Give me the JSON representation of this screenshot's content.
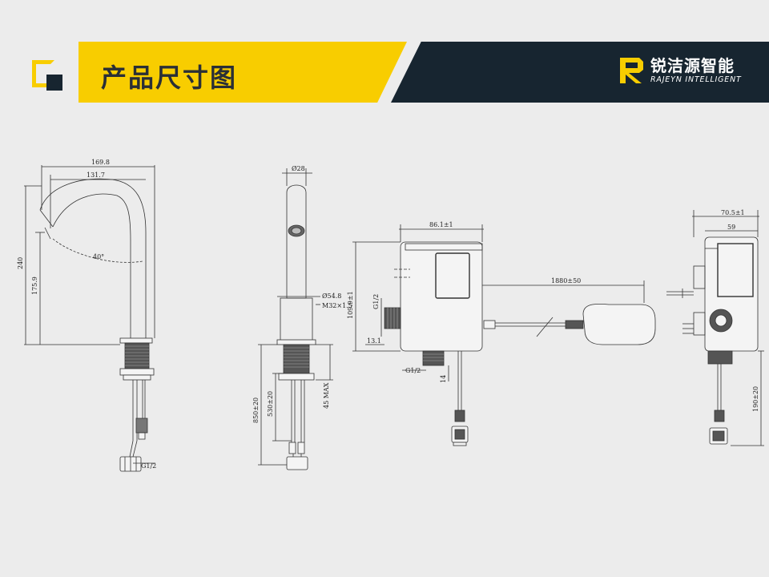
{
  "header": {
    "title": "产品尺寸图",
    "brand_cn": "锐洁源智能",
    "brand_en": "RAJEYN INTELLIGENT"
  },
  "colors": {
    "accent": "#f8cd00",
    "dark": "#172530",
    "background": "#ececec"
  },
  "dimensions": {
    "side_view": {
      "total_reach": "169.8",
      "spout_reach": "131.7",
      "total_height": "240",
      "spout_height": "175.9",
      "angle": "40°",
      "inlet_thread": "G1/2"
    },
    "front_view": {
      "spout_diameter": "Ø28",
      "base_diameter": "Ø54.8",
      "mount_thread": "M32×1.5",
      "hose_length": "850±20",
      "thread_length": "530±20",
      "max_deck": "45 MAX"
    },
    "control_box_front": {
      "width": "86.1±1",
      "height": "109.9±1",
      "side_thread": "G1/2",
      "side_offset": "13.1",
      "bottom_thread": "G1/2",
      "bottom_offset": "14",
      "cable_length": "1880±50"
    },
    "control_box_side": {
      "depth": "70.5±1",
      "inner_depth": "59",
      "cable_length": "190±20"
    }
  }
}
